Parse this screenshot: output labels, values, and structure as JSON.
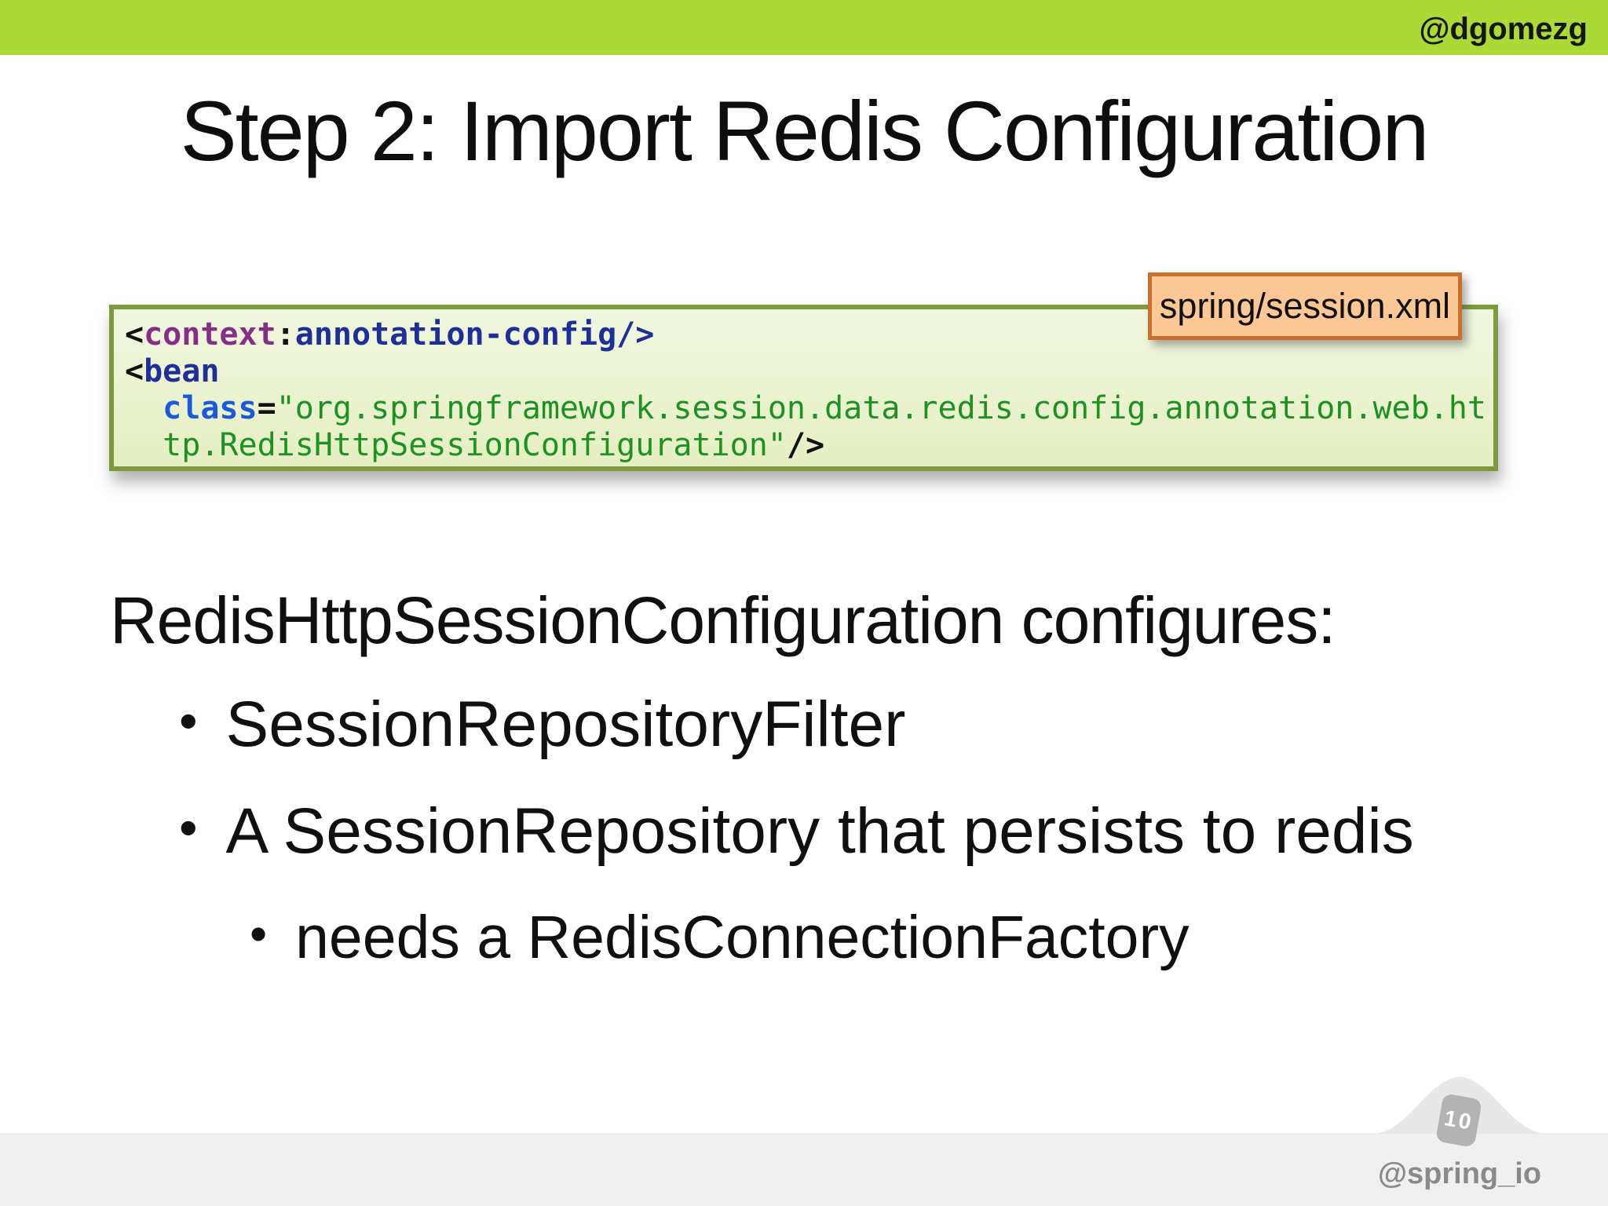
{
  "header": {
    "handle": "@dgomezg",
    "bar_color": "#acd936"
  },
  "title": "Step 2: Import Redis Configuration",
  "code_block": {
    "filename_label": "spring/session.xml",
    "panel_background": "#e8f2cb",
    "panel_border_color": "#7d9a3d",
    "badge_background": "#fac795",
    "badge_border_color": "#c9712c",
    "colors": {
      "punct": "#111111",
      "ns": "#872d87",
      "tag": "#1e2f9a",
      "attr": "#195adc",
      "string": "#1e9123"
    },
    "lines": [
      {
        "tokens": [
          {
            "t": "<",
            "c": "punct"
          },
          {
            "t": "context",
            "c": "ns"
          },
          {
            "t": ":",
            "c": "punct"
          },
          {
            "t": "annotation-config",
            "c": "tag"
          },
          {
            "t": "/>",
            "c": "tag"
          }
        ]
      },
      {
        "tokens": [
          {
            "t": "<",
            "c": "punct"
          },
          {
            "t": "bean",
            "c": "tag"
          }
        ]
      },
      {
        "tokens": [
          {
            "t": "  ",
            "c": "punct"
          },
          {
            "t": "class",
            "c": "attr"
          },
          {
            "t": "=",
            "c": "punct"
          },
          {
            "t": "\"org.springframework.session.data.redis.config.annotation.web.ht",
            "c": "string"
          }
        ]
      },
      {
        "tokens": [
          {
            "t": "  ",
            "c": "punct"
          },
          {
            "t": "tp.RedisHttpSessionConfiguration\"",
            "c": "string"
          },
          {
            "t": "/>",
            "c": "punct"
          }
        ]
      }
    ]
  },
  "content": {
    "heading": "RedisHttpSessionConfiguration configures:",
    "bullets": [
      {
        "level": 1,
        "marker": "•",
        "text": "SessionRepositoryFilter"
      },
      {
        "level": 1,
        "marker": "•",
        "text": "A SessionRepository that persists to redis"
      },
      {
        "level": 2,
        "marker": "•",
        "text": "needs a RedisConnectionFactory"
      }
    ]
  },
  "footer": {
    "logo_text": "10",
    "handle": "@spring_io",
    "bar_color": "#f0f0f0"
  }
}
